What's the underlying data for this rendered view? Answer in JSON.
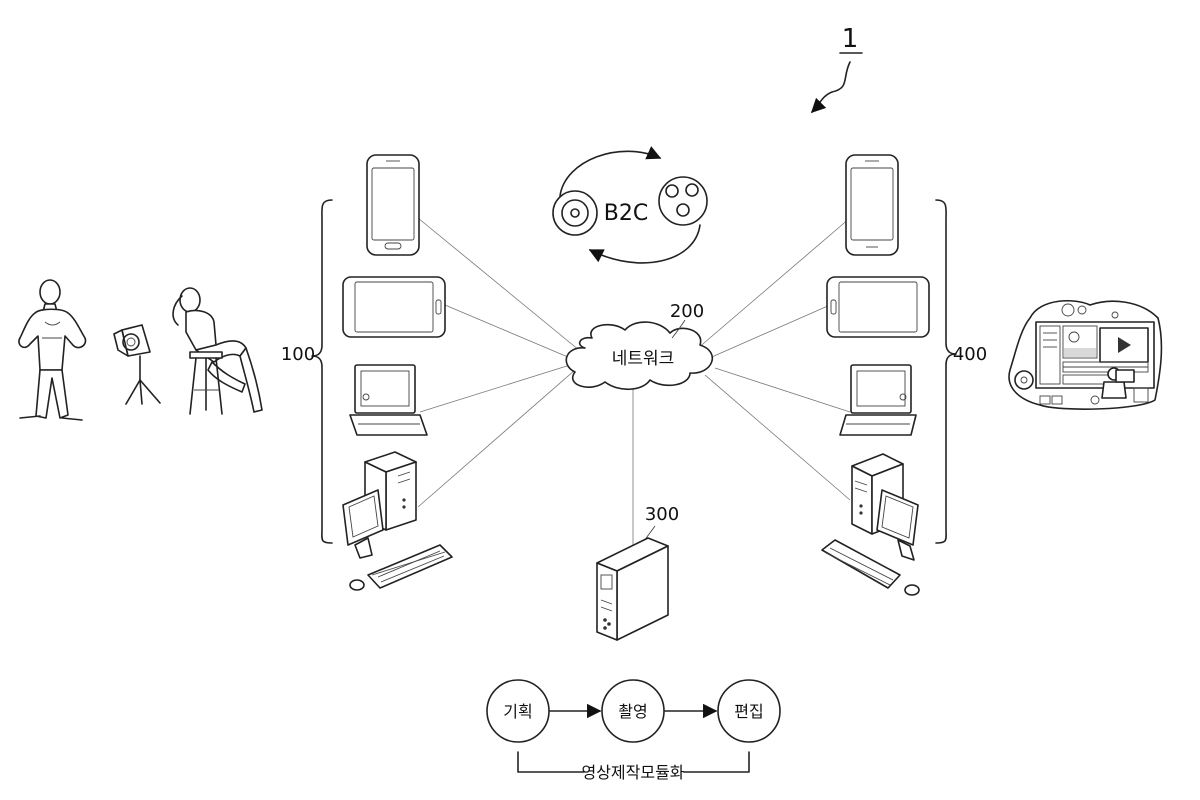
{
  "figure_ref": "1",
  "b2c_label": "B2C",
  "network_label": "네트워크",
  "labels": {
    "user_terminals": "100",
    "network": "200",
    "server": "300",
    "editor_terminals": "400"
  },
  "process": {
    "steps": [
      "기획",
      "촬영",
      "편집"
    ],
    "caption": "영상제작모듈화"
  }
}
